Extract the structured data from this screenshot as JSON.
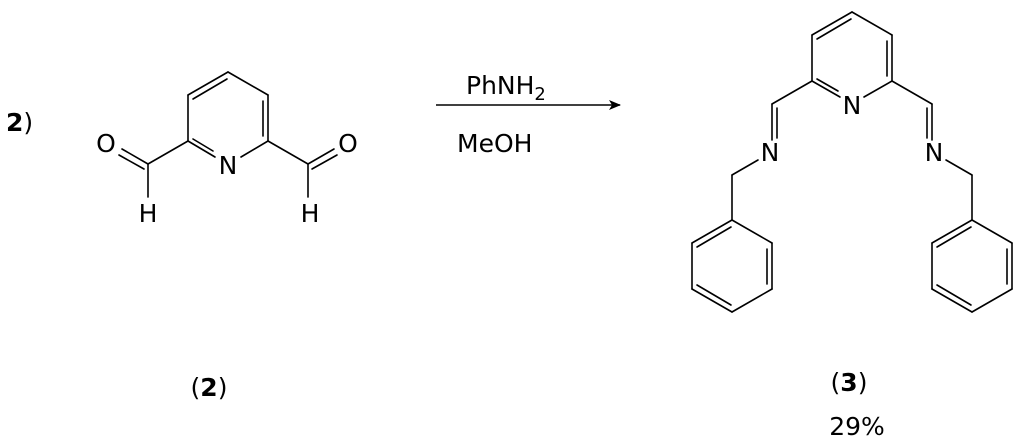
{
  "scheme": {
    "step_number": "2",
    "step_paren": ")",
    "reagent_name": "PhNH",
    "reagent_subscript": "2",
    "solvent": "MeOH",
    "starting_material": {
      "label_open": "(",
      "label_number": "2",
      "label_close": ")",
      "atoms": {
        "O_left": "O",
        "O_right": "O",
        "N_ring": "N",
        "H_left": "H",
        "H_right": "H"
      }
    },
    "product": {
      "label_open": "(",
      "label_number": "3",
      "label_close": ")",
      "yield": "29%",
      "atoms": {
        "N_ring": "N",
        "N_imine_left": "N",
        "N_imine_right": "N"
      }
    }
  }
}
